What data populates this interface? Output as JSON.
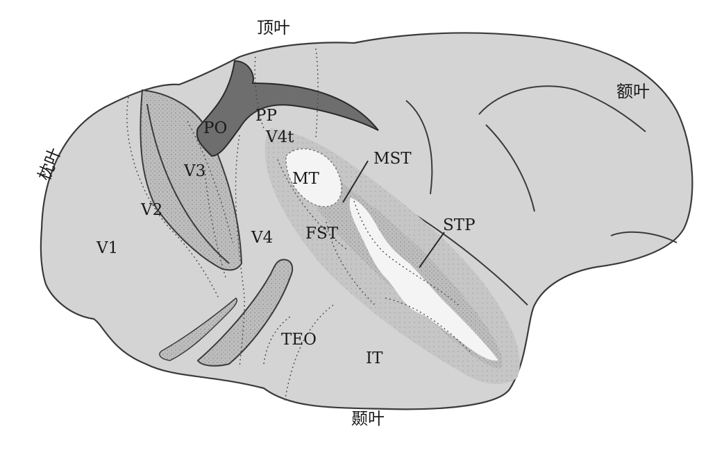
{
  "lobes": {
    "parietal": "顶叶",
    "frontal": "额叶",
    "occipital": "枕叶",
    "temporal": "颞叶"
  },
  "areas": {
    "po": "PO",
    "pp": "PP",
    "v4t": "V4t",
    "v3": "V3",
    "mt": "MT",
    "mst": "MST",
    "v2": "V2",
    "v1": "V1",
    "v4": "V4",
    "fst": "FST",
    "stp": "STP",
    "teo": "TEO",
    "it": "IT"
  },
  "colors": {
    "cortex": "#d4d4d4",
    "sulcus_stipple": "#bcbcbc",
    "dark_sulcus": "#6e6e6e",
    "mt_highlight": "#f4f4f4",
    "outline": "#3a3a3a"
  }
}
